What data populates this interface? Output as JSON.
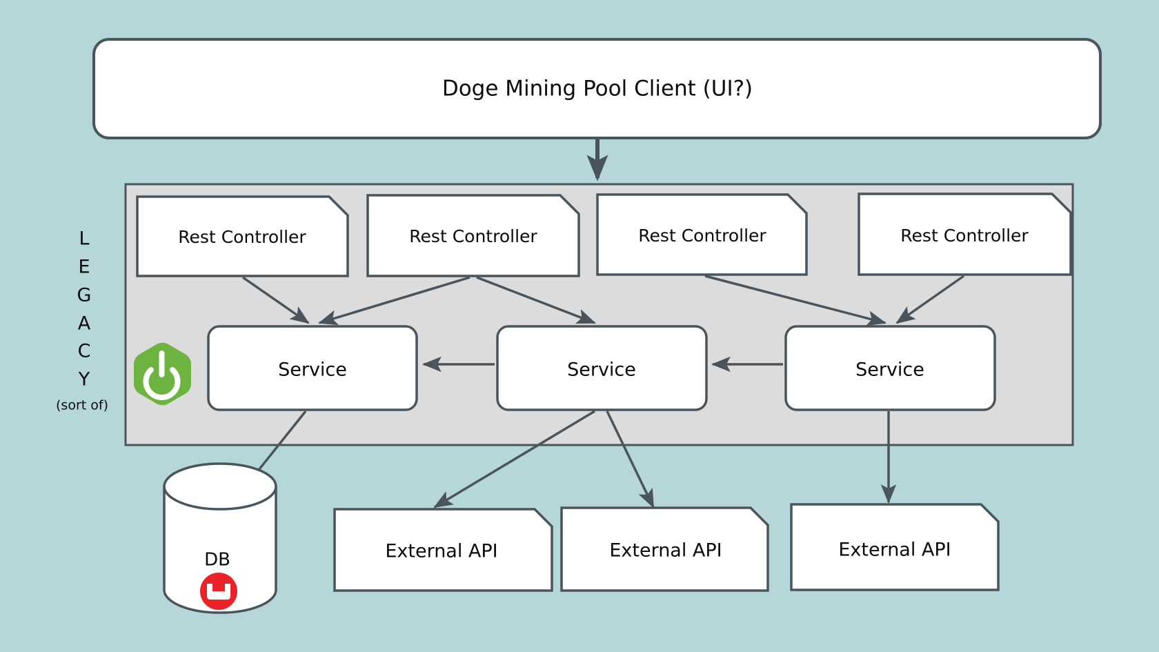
{
  "diagram": {
    "title_text": "Doge Mining Pool Client (UI?)",
    "background_color": "#b6d7d9",
    "node_fill": "#ffffff",
    "node_stroke": "#4a545c",
    "legacy_group_fill": "#dcdcdc",
    "legacy_group_stroke": "#4a545c",
    "arrow_color": "#4a545c"
  },
  "client": {
    "label": "Doge Mining Pool Client (UI?)"
  },
  "legacy": {
    "vertical_label": "LEGACY",
    "vertical_letters": [
      "L",
      "E",
      "G",
      "A",
      "C",
      "Y"
    ],
    "sub_label": "(sort of)",
    "framework_icon": "spring-boot-icon",
    "framework_icon_color": "#6db33f"
  },
  "controllers": [
    {
      "label": "Rest Controller"
    },
    {
      "label": "Rest Controller"
    },
    {
      "label": "Rest Controller"
    },
    {
      "label": "Rest Controller"
    }
  ],
  "services": [
    {
      "label": "Service"
    },
    {
      "label": "Service"
    },
    {
      "label": "Service"
    }
  ],
  "database": {
    "label": "DB",
    "vendor_icon": "couchbase-icon",
    "vendor_icon_color": "#ea2328"
  },
  "external_apis": [
    {
      "label": "External API"
    },
    {
      "label": "External API"
    },
    {
      "label": "External API"
    }
  ]
}
